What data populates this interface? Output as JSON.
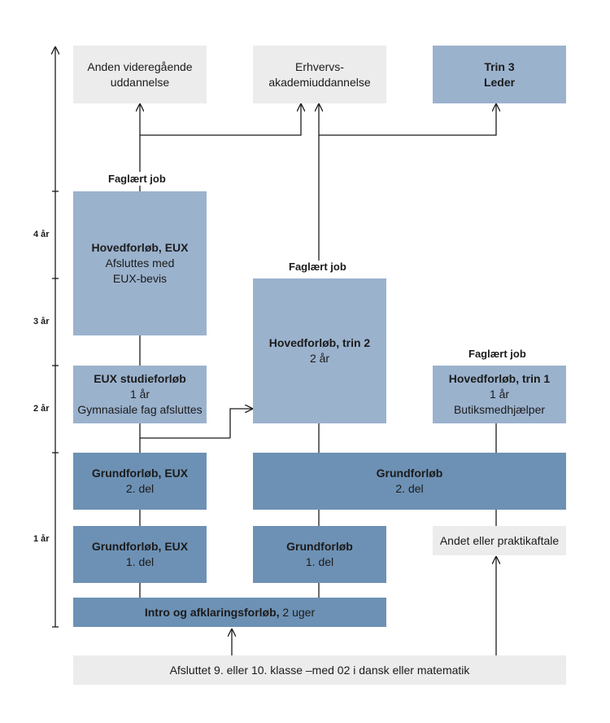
{
  "timeline": {
    "y1": "1 år",
    "y2": "2 år",
    "y3": "3 år",
    "y4": "4 år"
  },
  "labels": {
    "faglaert_job": "Faglært job"
  },
  "boxes": {
    "anden": {
      "l1": "Anden videregående",
      "l2": "uddannelse"
    },
    "erhverv": {
      "l1": "Erhvervs-",
      "l2": "akademiuddannelse"
    },
    "trin3": {
      "l1": "Trin 3",
      "l2": "Leder"
    },
    "hoved_eux": {
      "title": "Hovedforløb, EUX",
      "l1": "Afsluttes med",
      "l2": "EUX-bevis"
    },
    "hoved_trin2": {
      "title": "Hovedforløb, trin 2",
      "l1": "2 år"
    },
    "eux_studie": {
      "title": "EUX studieforløb",
      "l1": "1 år",
      "l2": "Gymnasiale fag afsluttes"
    },
    "hoved_trin1": {
      "title": "Hovedforløb, trin 1",
      "l1": "1 år",
      "l2": "Butiksmedhjælper"
    },
    "grund_eux2": {
      "title": "Grundforløb, EUX",
      "l1": "2. del"
    },
    "grund2": {
      "title": "Grundforløb",
      "l1": "2. del"
    },
    "grund_eux1": {
      "title": "Grundforløb, EUX",
      "l1": "1. del"
    },
    "grund1": {
      "title": "Grundforløb",
      "l1": "1. del"
    },
    "andet": {
      "l1": "Andet eller praktikaftale"
    },
    "intro": {
      "bold": "Intro og afklaringsforløb,",
      "rest": " 2 uger"
    },
    "afsluttet": {
      "l1": "Afsluttet 9. eller 10. klasse –med 02 i dansk eller matematik"
    }
  },
  "colors": {
    "grey": "#ececec",
    "light": "#9bb2cd",
    "dark": "#6d91b4",
    "line": "#1b1b1b"
  }
}
